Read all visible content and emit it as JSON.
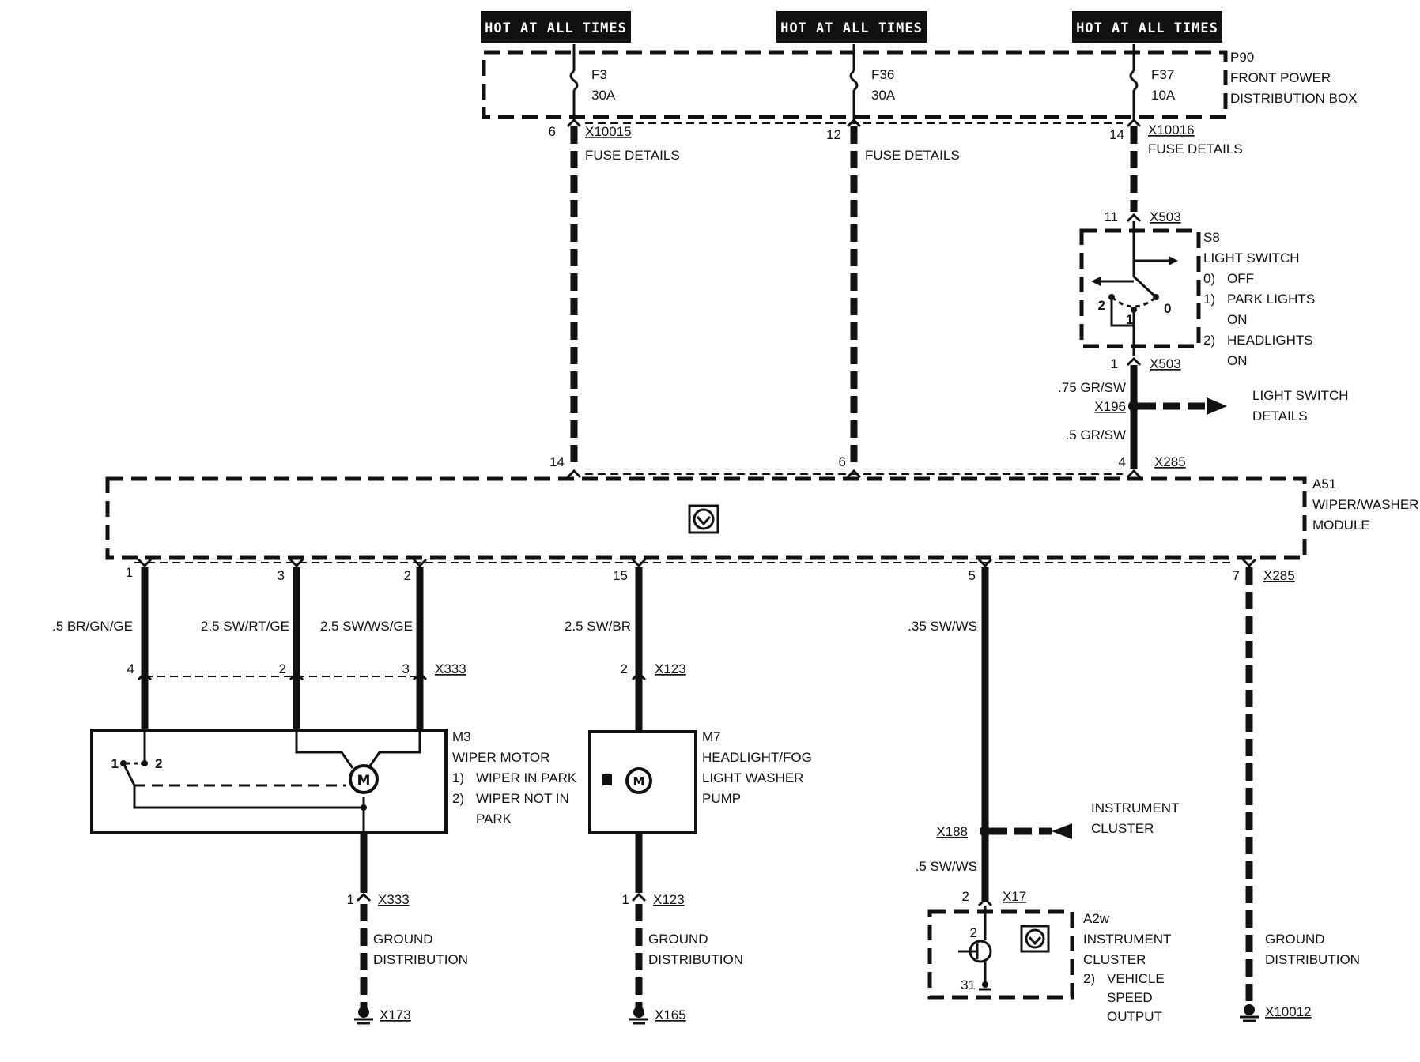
{
  "hot_label": "HOT AT ALL TIMES",
  "p90": {
    "id": "P90",
    "name1": "FRONT POWER",
    "name2": "DISTRIBUTION BOX"
  },
  "fuses": [
    {
      "name": "F3",
      "rating": "30A",
      "pin": "6",
      "connector": "X10015",
      "details": "FUSE DETAILS"
    },
    {
      "name": "F36",
      "rating": "30A",
      "pin": "12",
      "connector": "",
      "details": "FUSE DETAILS"
    },
    {
      "name": "F37",
      "rating": "10A",
      "pin": "14",
      "connector": "X10016",
      "details": "FUSE DETAILS"
    }
  ],
  "s8": {
    "id": "S8",
    "name": "LIGHT SWITCH",
    "legend": [
      {
        "num": "0)",
        "text": "OFF",
        "text2": ""
      },
      {
        "num": "1)",
        "text": "PARK LIGHTS",
        "text2": "ON"
      },
      {
        "num": "2)",
        "text": "HEADLIGHTS",
        "text2": "ON"
      }
    ],
    "pin_in": "11",
    "conn_in": "X503",
    "pin_out": "1",
    "conn_out": "X503",
    "pos_2": "2",
    "pos_0": "0",
    "pos_1": "1"
  },
  "splice_x196": {
    "id": "X196",
    "wire_top": ".75 GR/SW",
    "wire_bottom": ".5 GR/SW",
    "details1": "LIGHT SWITCH",
    "details2": "DETAILS"
  },
  "a51": {
    "id": "A51",
    "name1": "WIPER/WASHER",
    "name2": "MODULE",
    "connector": "X285",
    "top_pins": [
      "14",
      "6",
      "4"
    ],
    "bottom_pins": [
      "1",
      "3",
      "2",
      "15",
      "5",
      "7"
    ]
  },
  "wires": {
    "w1": ".5 BR/GN/GE",
    "w3": "2.5 SW/RT/GE",
    "w2": "2.5 SW/WS/GE",
    "w15": "2.5 SW/BR",
    "w5": ".35 SW/WS",
    "w5b": ".5 SW/WS"
  },
  "x333": {
    "id": "X333",
    "pins": [
      "4",
      "2",
      "3"
    ]
  },
  "m3": {
    "id": "M3",
    "name": "WIPER MOTOR",
    "legend": [
      {
        "num": "1)",
        "text": "WIPER IN PARK",
        "text2": ""
      },
      {
        "num": "2)",
        "text": "WIPER NOT IN",
        "text2": "PARK"
      }
    ],
    "pos1": "1",
    "pos2": "2",
    "gnd_pin": "1",
    "gnd_conn": "X333"
  },
  "m7": {
    "id": "M7",
    "name1": "HEADLIGHT/FOG",
    "name2": "LIGHT WASHER",
    "name3": "PUMP",
    "pin_in": "2",
    "conn_in": "X123",
    "gnd_pin": "1",
    "gnd_conn": "X123"
  },
  "x188": {
    "id": "X188",
    "label1": "INSTRUMENT",
    "label2": "CLUSTER"
  },
  "a2w": {
    "id": "A2w",
    "name1": "INSTRUMENT",
    "name2": "CLUSTER",
    "legend_num": "2)",
    "legend1": "VEHICLE",
    "legend2": "SPEED",
    "legend3": "OUTPUT",
    "pin": "2",
    "conn": "X17",
    "inner_pin": "2",
    "gnd_pin": "31"
  },
  "ground": {
    "label1": "GROUND",
    "label2": "DISTRIBUTION",
    "g1": "X173",
    "g2": "X165",
    "g3": "X10012"
  }
}
